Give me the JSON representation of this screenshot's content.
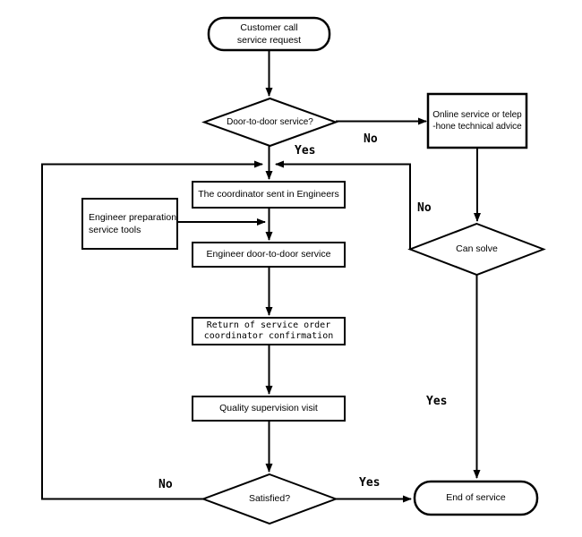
{
  "canvas": {
    "background": "#ffffff",
    "line_color": "#000000",
    "text_color": "#000000"
  },
  "nodes": {
    "start": {
      "type": "terminal",
      "label": "Customer call\nservice request"
    },
    "door_decision": {
      "type": "decision",
      "label": "Door-to-door service?"
    },
    "online_service": {
      "type": "process",
      "label": "Online service or telep\n-hone technical advice"
    },
    "coordinator": {
      "type": "process",
      "label": "The coordinator sent in Engineers"
    },
    "preparation": {
      "type": "process",
      "label": "Engineer preparation\nservice tools"
    },
    "engineer_visit": {
      "type": "process",
      "label": "Engineer door-to-door service"
    },
    "return_order": {
      "type": "process",
      "label": "Return of service order\ncoordinator confirmation"
    },
    "quality_visit": {
      "type": "process",
      "label": "Quality supervision visit"
    },
    "satisfied_decision": {
      "type": "decision",
      "label": "Satisfied?"
    },
    "can_solve_decision": {
      "type": "decision",
      "label": "Can solve"
    },
    "end": {
      "type": "terminal",
      "label": "End of service"
    }
  },
  "edge_labels": {
    "door_yes": "Yes",
    "door_no": "No",
    "can_solve_no": "No",
    "can_solve_yes": "Yes",
    "satisfied_no": "No",
    "satisfied_yes": "Yes"
  }
}
